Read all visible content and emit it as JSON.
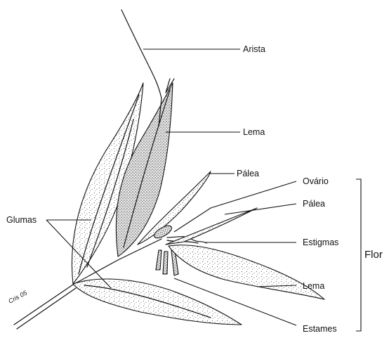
{
  "labels": {
    "arista": "Arista",
    "lema_top": "Lema",
    "palea_top": "Pálea",
    "ovario": "Ovário",
    "palea_right": "Pálea",
    "estigmas": "Estigmas",
    "glumas": "Glumas",
    "lema_bottom": "Lema",
    "estames": "Estames",
    "flor": "Flor"
  },
  "signature": "Cris 05"
}
